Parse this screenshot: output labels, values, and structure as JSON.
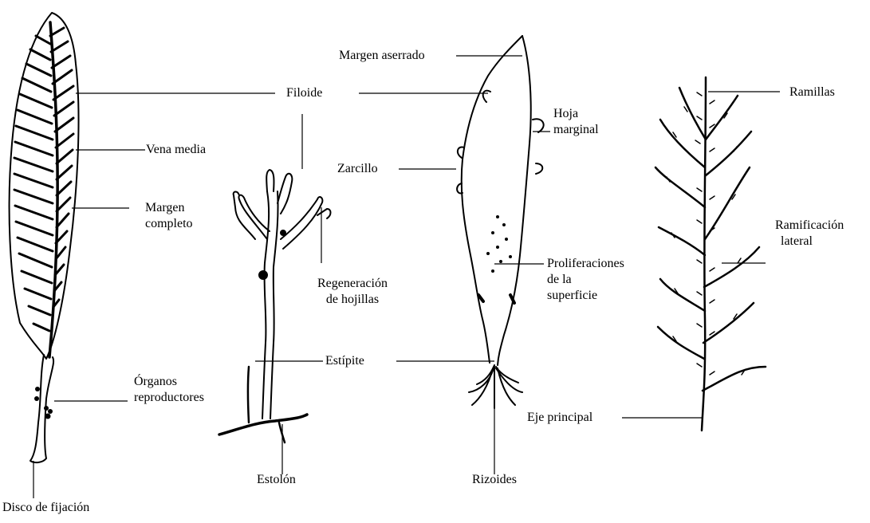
{
  "labels": {
    "margen_aserrado": "Margen aserrado",
    "filoide": "Filoide",
    "ramillas": "Ramillas",
    "hoja_marginal": [
      "Hoja",
      "marginal"
    ],
    "vena_media": "Vena media",
    "zarcillo": "Zarcillo",
    "margen_completo": [
      "Margen",
      "completo"
    ],
    "ramificacion_lateral": [
      "Ramificación",
      "lateral"
    ],
    "proliferaciones": [
      "Proliferaciones",
      "de la",
      "superficie"
    ],
    "regeneracion": [
      "Regeneración",
      "de hojillas"
    ],
    "estipite": "Estípite",
    "organos": [
      "Órganos",
      "reproductores"
    ],
    "eje_principal": "Eje principal",
    "estolon": "Estolón",
    "rizoides": "Rizoides",
    "disco": "Disco de fijación"
  }
}
